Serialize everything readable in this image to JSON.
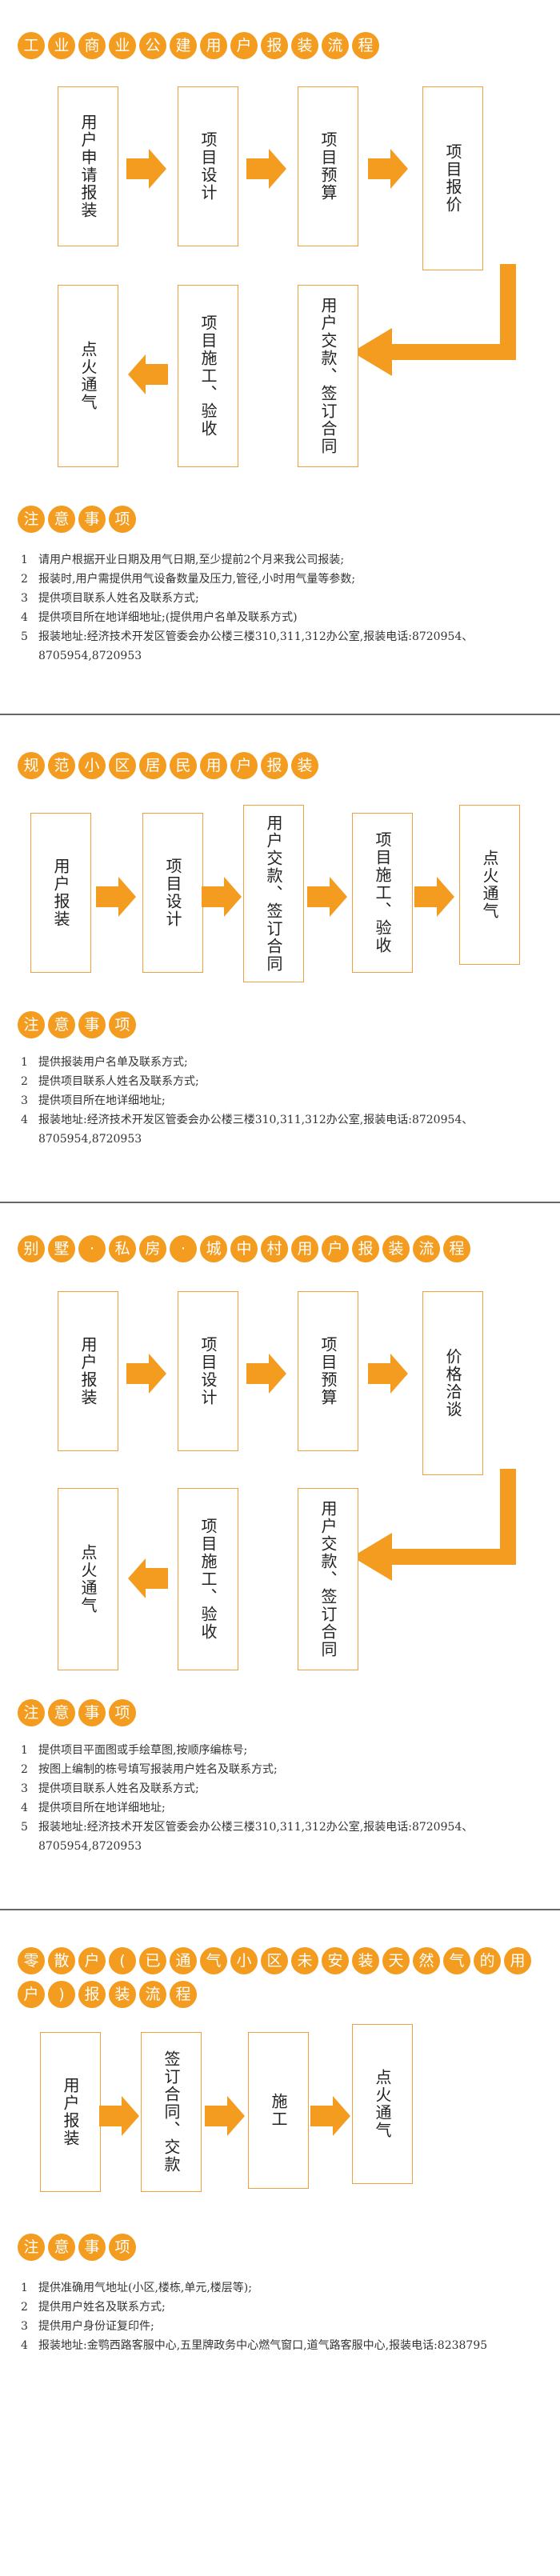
{
  "s1": {
    "title": [
      "工",
      "业",
      "商",
      "业",
      "公",
      "建",
      "用",
      "户",
      "报",
      "装",
      "流",
      "程"
    ],
    "boxes": [
      "用户申请报装",
      "项目设计",
      "项目预算",
      "项目报价",
      "用户交款、签订合同",
      "项目施工、验收",
      "点火通气"
    ],
    "notes_title": [
      "注",
      "意",
      "事",
      "项"
    ],
    "notes": [
      {
        "num": "1",
        "text": "请用户根据开业日期及用气日期,至少提前2个月来我公司报装;"
      },
      {
        "num": "2",
        "text": "报装时,用户需提供用气设备数量及压力,管径,小时用气量等参数;"
      },
      {
        "num": "3",
        "text": "提供项目联系人姓名及联系方式;"
      },
      {
        "num": "4",
        "text": "提供项目所在地详细地址;(提供用户名单及联系方式)"
      },
      {
        "num": "5",
        "text": "报装地址:经济技术开发区管委会办公楼三楼310,311,312办公室,报装电话:8720954、8705954,8720953"
      }
    ]
  },
  "s2": {
    "title": [
      "规",
      "范",
      "小",
      "区",
      "居",
      "民",
      "用",
      "户",
      "报",
      "装"
    ],
    "boxes": [
      "用户报装",
      "项目设计",
      "用户交款、签订合同",
      "项目施工、验收",
      "点火通气"
    ],
    "notes_title": [
      "注",
      "意",
      "事",
      "项"
    ],
    "notes": [
      {
        "num": "1",
        "text": "提供报装用户名单及联系方式;"
      },
      {
        "num": "2",
        "text": "提供项目联系人姓名及联系方式;"
      },
      {
        "num": "3",
        "text": "提供项目所在地详细地址;"
      },
      {
        "num": "4",
        "text": "报装地址:经济技术开发区管委会办公楼三楼310,311,312办公室,报装电话:8720954、8705954,8720953"
      }
    ]
  },
  "s3": {
    "title": [
      "别",
      "墅",
      "·",
      "私",
      "房",
      "·",
      "城",
      "中",
      "村",
      "用",
      "户",
      "报",
      "装",
      "流",
      "程"
    ],
    "boxes": [
      "用户报装",
      "项目设计",
      "项目预算",
      "价格洽谈",
      "用户交款、签订合同",
      "项目施工、验收",
      "点火通气"
    ],
    "notes_title": [
      "注",
      "意",
      "事",
      "项"
    ],
    "notes": [
      {
        "num": "1",
        "text": "提供项目平面图或手绘草图,按顺序编栋号;"
      },
      {
        "num": "2",
        "text": "按图上编制的栋号填写报装用户姓名及联系方式;"
      },
      {
        "num": "3",
        "text": "提供项目联系人姓名及联系方式;"
      },
      {
        "num": "4",
        "text": "提供项目所在地详细地址;"
      },
      {
        "num": "5",
        "text": "报装地址:经济技术开发区管委会办公楼三楼310,311,312办公室,报装电话:8720954、8705954,8720953"
      }
    ]
  },
  "s4": {
    "title": [
      "零",
      "散",
      "户",
      "(",
      "已",
      "通",
      "气",
      "小",
      "区",
      "未",
      "安",
      "装",
      "天",
      "然",
      "气",
      "的",
      "用",
      "户",
      ")",
      "报",
      "装",
      "流",
      "程"
    ],
    "boxes": [
      "用户报装",
      "签订合同、交款",
      "施工",
      "点火通气"
    ],
    "notes_title": [
      "注",
      "意",
      "事",
      "项"
    ],
    "notes": [
      {
        "num": "1",
        "text": "提供准确用气地址(小区,楼栋,单元,楼层等);"
      },
      {
        "num": "2",
        "text": "提供用户姓名及联系方式;"
      },
      {
        "num": "3",
        "text": "提供用户身份证复印件;"
      },
      {
        "num": "4",
        "text": "报装地址:金鹗西路客服中心,五里牌政务中心燃气窗口,道气路客服中心,报装电话:8238795"
      }
    ]
  },
  "colors": {
    "accent": "#f39c1f",
    "box_border": "#f0a040"
  }
}
